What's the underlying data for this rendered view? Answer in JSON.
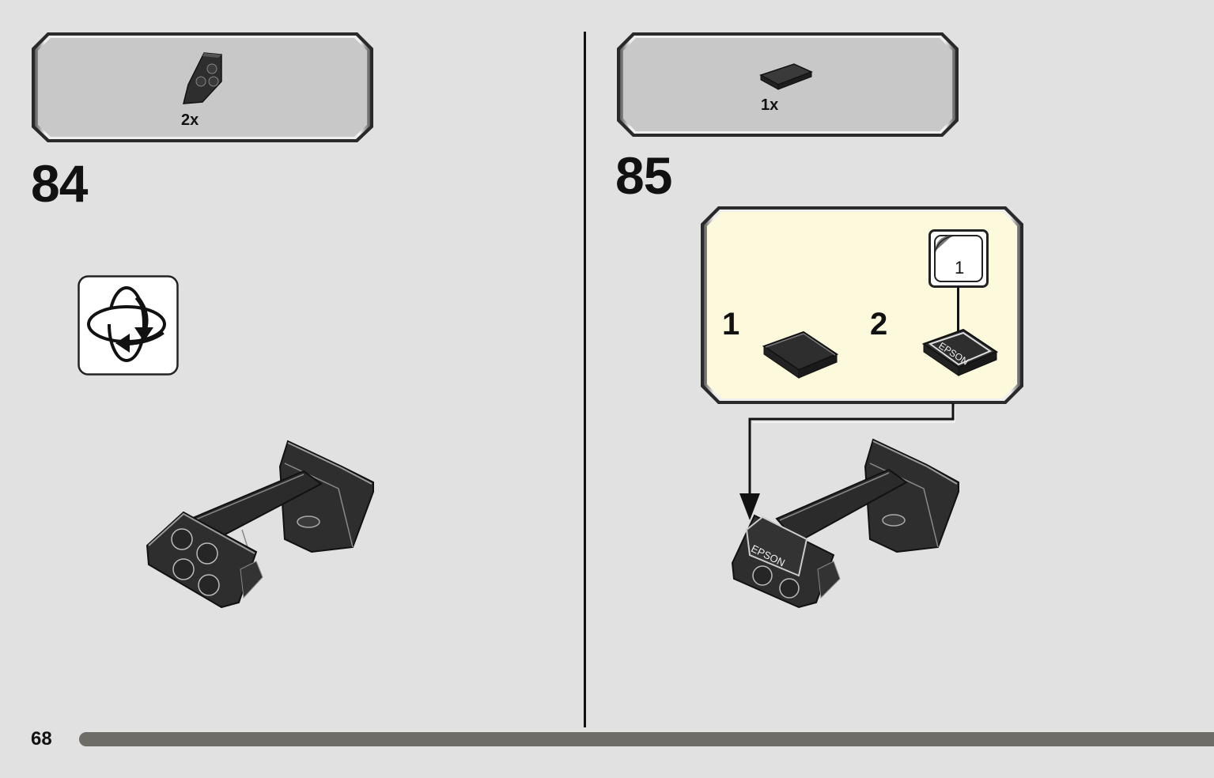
{
  "page": {
    "number": "68"
  },
  "steps": [
    {
      "number": "84",
      "parts": [
        {
          "name": "wedge-plate-part-icon",
          "qty": "2x"
        }
      ],
      "rotate_hint": "rotate-model-icon"
    },
    {
      "number": "85",
      "parts": [
        {
          "name": "tile-part-icon",
          "qty": "1x"
        }
      ],
      "callout": {
        "substeps": [
          {
            "number": "1"
          },
          {
            "number": "2"
          }
        ],
        "sticker_ref": "1",
        "sticker_text": "EPSON"
      },
      "model_sticker_text": "EPSON"
    }
  ],
  "colors": {
    "background": "#e1e1e1",
    "parts_box": "#c8c8c8",
    "callout_bg": "#fcf9dd",
    "brick": "#2e2e2e",
    "page_bar": "#6d6c67"
  }
}
